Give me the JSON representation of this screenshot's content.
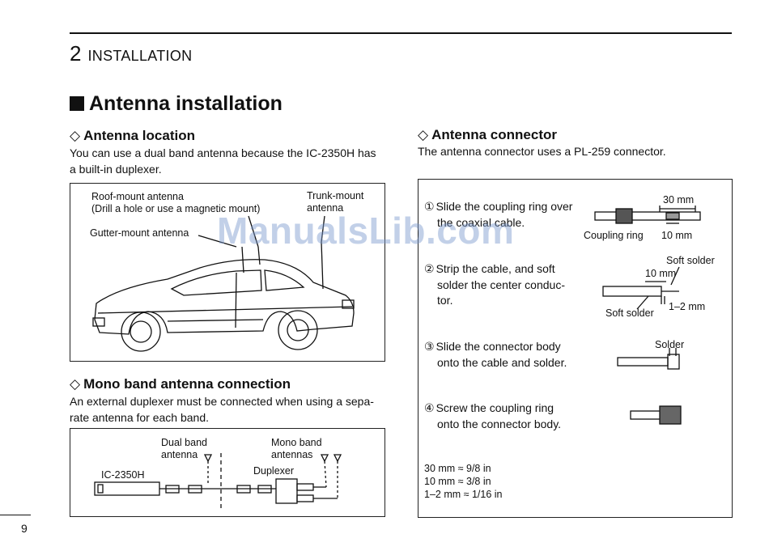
{
  "header": {
    "chapter_number": "2",
    "chapter_title": "INSTALLATION"
  },
  "section": {
    "title": "Antenna installation"
  },
  "antenna_location": {
    "heading": "Antenna location",
    "body_line1": "You can use a dual band antenna because the IC-2350H has",
    "body_line2": "a built-in duplexer.",
    "figure": {
      "roof_label_line1": "Roof-mount antenna",
      "roof_label_line2": "(Drill a hole or use a magnetic mount)",
      "trunk_label_line1": "Trunk-mount",
      "trunk_label_line2": "antenna",
      "gutter_label": "Gutter-mount antenna"
    }
  },
  "mono_band": {
    "heading": "Mono band antenna connection",
    "body_line1": "An external duplexer must be connected when using a sepa-",
    "body_line2": "rate antenna for each band.",
    "figure": {
      "dual_label_line1": "Dual band",
      "dual_label_line2": "antenna",
      "mono_label_line1": "Mono band",
      "mono_label_line2": "antennas",
      "radio_label": "IC-2350H",
      "duplexer_label": "Duplexer"
    }
  },
  "antenna_connector": {
    "heading": "Antenna connector",
    "body": "The antenna connector uses a PL-259 connector.",
    "steps": [
      {
        "num": "①",
        "line1": "Slide the coupling ring over",
        "line2": "the coaxial cable."
      },
      {
        "num": "②",
        "line1": "Strip  the  cable,  and  soft",
        "line2": "solder the center conduc-",
        "line3": "tor."
      },
      {
        "num": "③",
        "line1": "Slide the connector body",
        "line2": "onto the cable and solder."
      },
      {
        "num": "④",
        "line1": "Screw  the  coupling  ring",
        "line2": "onto the connector body."
      }
    ],
    "fig_labels": {
      "dim_30": "30 mm",
      "coupling_ring": "Coupling ring",
      "dim_10a": "10 mm",
      "soft_solder_top": "Soft solder",
      "dim_10b": "10 mm",
      "dim_1_2": "1–2 mm",
      "soft_solder_bottom": "Soft solder",
      "solder": "Solder"
    },
    "conversions": [
      "30 mm ≈ 9/8 in",
      "10 mm ≈ 3/8 in",
      "1–2 mm ≈ 1/16 in"
    ]
  },
  "watermark": "ManualsLib.com",
  "page_number": "9"
}
